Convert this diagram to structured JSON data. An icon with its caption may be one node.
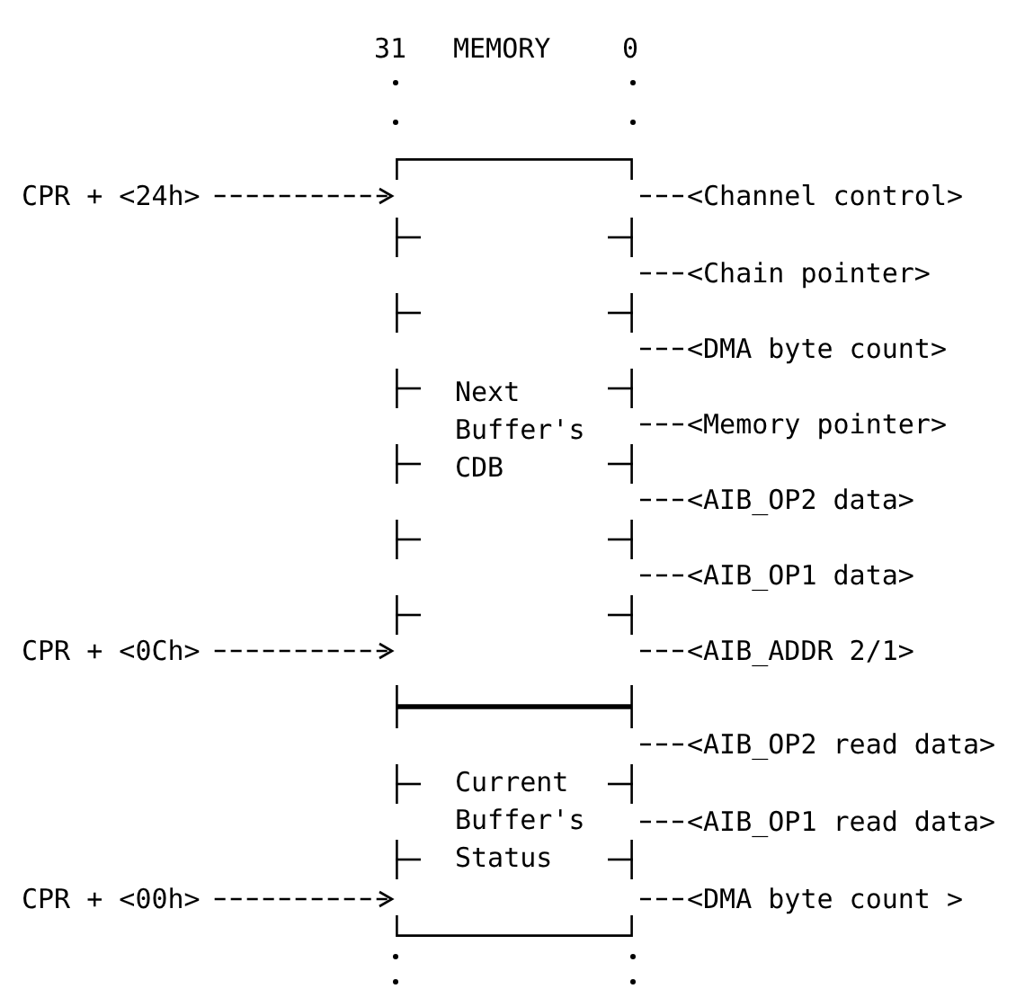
{
  "diagram": {
    "nodes": [
      {
        "text": [
          "Next Buffer's CDB"
        ]
      },
      {
        "text": [
          "Current Buffer's Status"
        ]
      },
      {
        "text": [
          "CPR + <24h>"
        ]
      },
      {
        "text": [
          "CPR + <0Ch>"
        ]
      },
      {
        "text": [
          "CPR + <00h>"
        ]
      },
      {
        "text": [
          "<Channel control>"
        ]
      },
      {
        "text": [
          "<Chain pointer>"
        ]
      },
      {
        "text": [
          "<DMA byte count>"
        ]
      },
      {
        "text": [
          "<Memory pointer>"
        ]
      },
      {
        "text": [
          "<AIB_OP2 data>"
        ]
      },
      {
        "text": [
          "<AIB_OP1 data>"
        ]
      },
      {
        "text": [
          "<AIB_ADDR 2/1>"
        ]
      },
      {
        "text": [
          "<AIB_OP2 read data>"
        ]
      },
      {
        "text": [
          "<AIB_OP1 read data>"
        ]
      },
      {
        "text": [
          "<DMA byte count >"
        ]
      }
    ],
    "edges": [
      {
        "from": 2,
        "to": 0,
        "arrow": "to",
        "style": "dashed"
      },
      {
        "from": 3,
        "to": 0,
        "arrow": "to",
        "style": "dashed"
      },
      {
        "from": 4,
        "to": 1,
        "arrow": "to",
        "style": "dashed"
      },
      {
        "from": 5,
        "to": 0,
        "arrow": "none",
        "style": "dashed"
      },
      {
        "from": 6,
        "to": 0,
        "arrow": "none",
        "style": "dashed"
      },
      {
        "from": 7,
        "to": 0,
        "arrow": "none",
        "style": "dashed"
      },
      {
        "from": 8,
        "to": 0,
        "arrow": "none",
        "style": "dashed"
      },
      {
        "from": 9,
        "to": 0,
        "arrow": "none",
        "style": "dashed"
      },
      {
        "from": 10,
        "to": 0,
        "arrow": "none",
        "style": "dashed"
      },
      {
        "from": 11,
        "to": 0,
        "arrow": "none",
        "style": "dashed"
      },
      {
        "from": 12,
        "to": 1,
        "arrow": "none",
        "style": "dashed"
      },
      {
        "from": 13,
        "to": 1,
        "arrow": "none",
        "style": "dashed"
      },
      {
        "from": 14,
        "to": 1,
        "arrow": "none",
        "style": "dashed"
      }
    ],
    "labels": [
      "31",
      "MEMORY",
      "0"
    ]
  }
}
